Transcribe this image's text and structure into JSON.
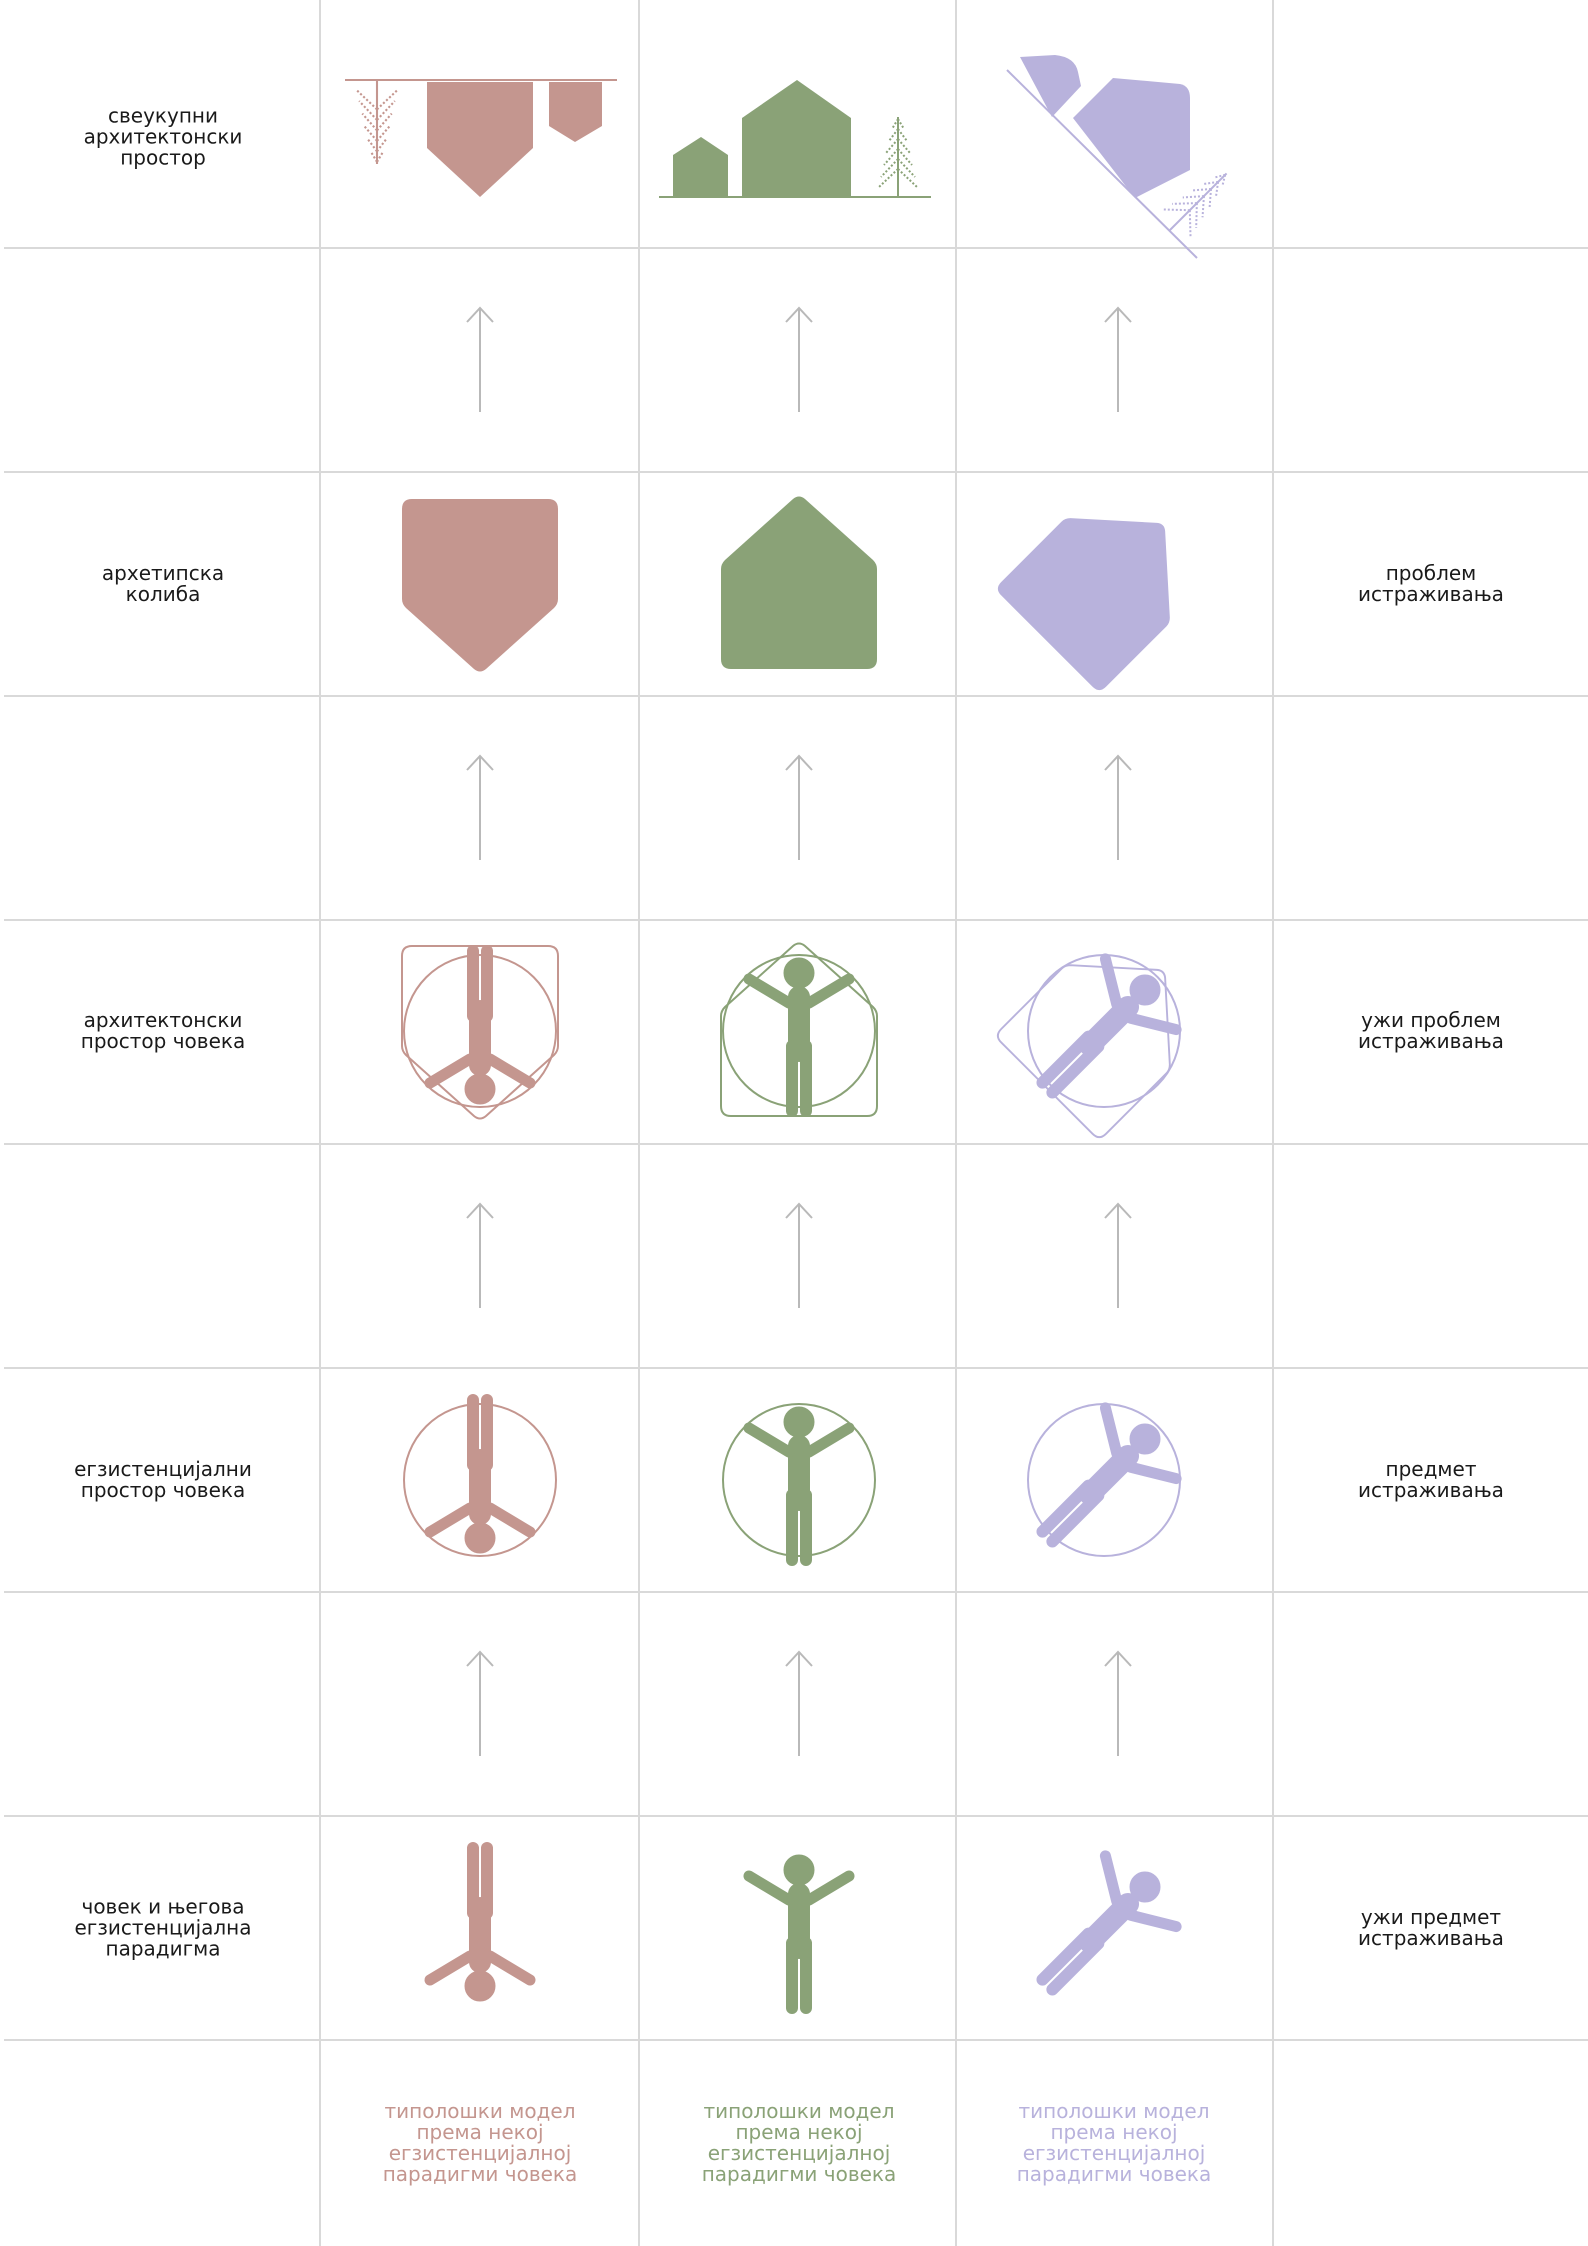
{
  "colors": {
    "rose": "#c4968f",
    "green": "#8aa277",
    "lilac": "#b8b2dc",
    "grid": "#d9d9d9",
    "arrow": "#b9b9b9",
    "text": "#1a1a1a"
  },
  "row_labels": {
    "overall_space": "свеукупни\nархитектонски\nпростор",
    "archetypal_hut": "архетипска\nколиба",
    "architectural_space": "архитектонски\nпростор човека",
    "existential_space": "егзистенцијални\nпростор човека",
    "man_paradigm": "човек и његова\nегзистенцијална\nпарадигма"
  },
  "right_labels": {
    "research_problem": "проблем\nистраживања",
    "narrower_problem": "ужи проблем\nистраживања",
    "research_subject": "предмет\nистраживања",
    "narrower_subject": "ужи предмет\nистраживања"
  },
  "column_captions": {
    "rose": "типолошки модел\nпрема некој\nегзистенцијалној\nпарадигми човека",
    "green": "типолошки модел\nпрема некој\nегзистенцијалној\nпарадигми човека",
    "lilac": "типолошки модел\nпрема некој\nегзистенцијалној\nпарадигми човека"
  },
  "icons": {
    "arrow": "up-arrow-icon",
    "hut": "hut-icon",
    "human": "human-figure-icon",
    "tree": "tree-icon",
    "circle": "circle-frame-icon"
  }
}
